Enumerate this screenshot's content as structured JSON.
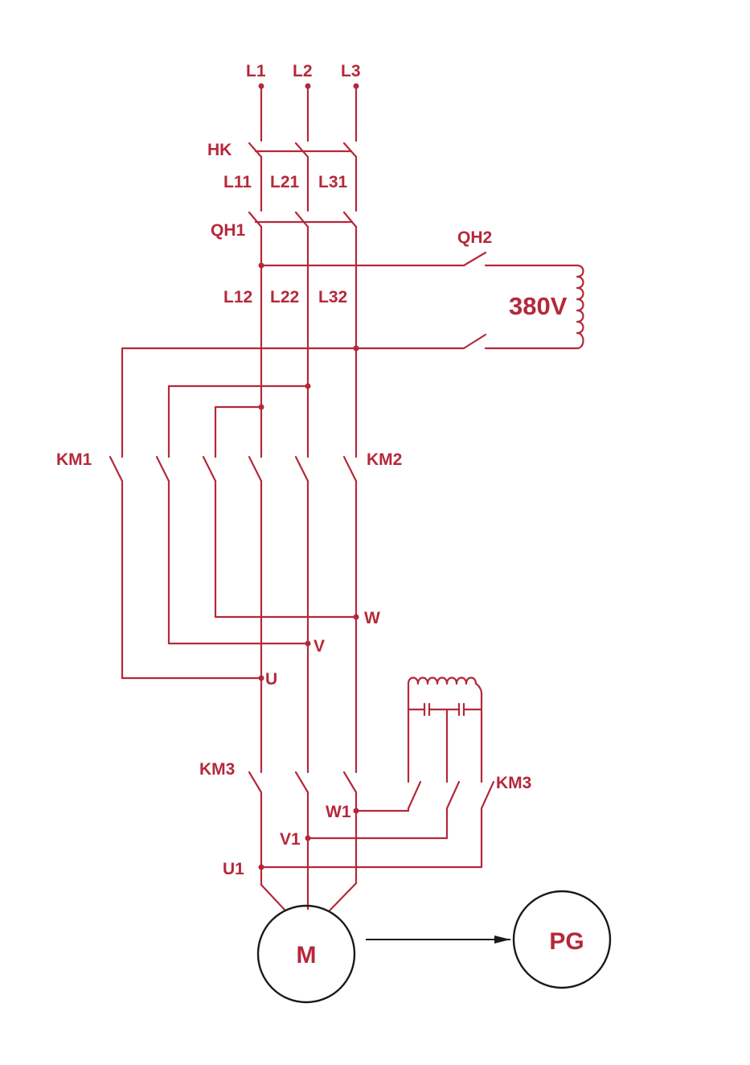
{
  "colors": {
    "wire": "#b5283a",
    "arrow": "#1a1a1a",
    "background": "#ffffff"
  },
  "labels": {
    "l1": "L1",
    "l2": "L2",
    "l3": "L3",
    "hk": "HK",
    "l11": "L11",
    "l21": "L21",
    "l31": "L31",
    "qh1": "QH1",
    "qh2": "QH2",
    "l12": "L12",
    "l22": "L22",
    "l32": "L32",
    "v380": "380V",
    "km1": "KM1",
    "km2": "KM2",
    "w": "W",
    "v": "V",
    "u": "U",
    "km3_left": "KM3",
    "km3_right": "KM3",
    "w1": "W1",
    "v1": "V1",
    "u1": "U1",
    "motor": "M",
    "generator": "PG"
  }
}
